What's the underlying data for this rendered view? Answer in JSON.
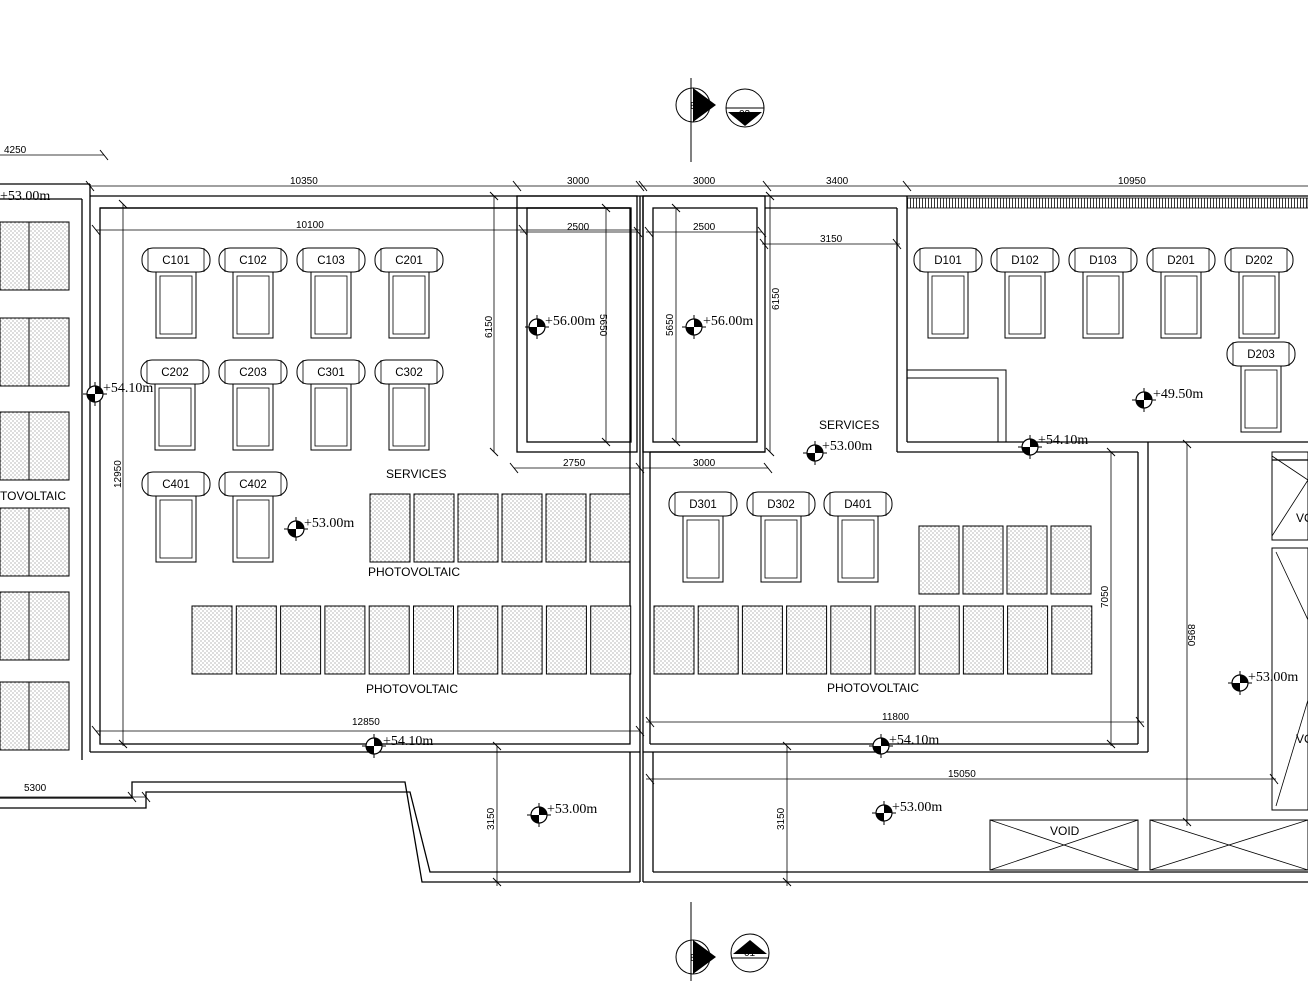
{
  "sections": {
    "top_letter": "B",
    "top_number": "03",
    "bottom_letter": "B",
    "bottom_number": "01"
  },
  "dimensions": {
    "d4250": "4250",
    "d10350": "10350",
    "d3000a": "3000",
    "d3000b": "3000",
    "d3400": "3400",
    "d10950": "10950",
    "d10100": "10100",
    "d2500a": "2500",
    "d2500b": "2500",
    "d3150h": "3150",
    "d6150a": "6150",
    "d5650a": "5650",
    "d5650b": "5650",
    "d6150b": "6150",
    "d2750": "2750",
    "d3000c": "3000",
    "d12950": "12950",
    "d12850": "12850",
    "d11800": "11800",
    "d7050": "7050",
    "d8950": "8950",
    "d15050": "15050",
    "d5300": "5300",
    "d3150a": "3150",
    "d3150b": "3150"
  },
  "levels": {
    "l1": "+53.00m",
    "l2": "+54.10m",
    "l3": "+56.00m",
    "l4": "+56.00m",
    "l5": "+49.50m",
    "l6": "+53.00m",
    "l7": "+54.10m",
    "l8": "+53.00m",
    "l9": "+53.00m",
    "l10": "+54.10m",
    "l11": "+54.10m",
    "l12": "+53.00m",
    "l13": "+53.00m"
  },
  "labels": {
    "services_left": "SERVICES",
    "services_right": "SERVICES",
    "pv_left_partial": "TOVOLTAIC",
    "pv_c_upper": "PHOTOVOLTAIC",
    "pv_c_lower": "PHOTOVOLTAIC",
    "pv_d_lower": "PHOTOVOLTAIC",
    "void": "VOID",
    "vo_top": "VO",
    "vo_bottom": "VO"
  },
  "tanks_c": [
    "C101",
    "C102",
    "C103",
    "C201",
    "C202",
    "C203",
    "C301",
    "C302",
    "C401",
    "C402"
  ],
  "tanks_d": [
    "D101",
    "D102",
    "D103",
    "D201",
    "D202",
    "D203",
    "D301",
    "D302",
    "D401"
  ]
}
